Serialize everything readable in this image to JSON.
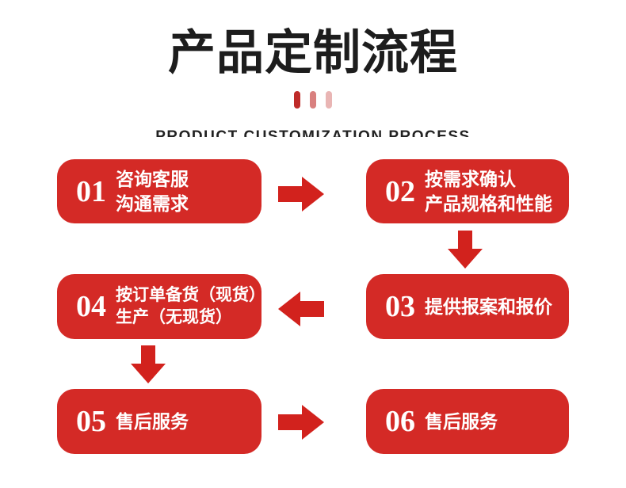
{
  "header": {
    "title": "产品定制流程",
    "subtitle": "PRODUCT CUSTOMIZATION PROCESS"
  },
  "colors": {
    "box_red": "#d42a26",
    "arrow_red": "#d2221d",
    "accent_bar": "#bf2b29",
    "title_black": "#1d1d1d"
  },
  "flow": {
    "steps": [
      {
        "number": "01",
        "line1": "咨询客服",
        "line2": "沟通需求"
      },
      {
        "number": "02",
        "line1": "按需求确认",
        "line2": "产品规格和性能"
      },
      {
        "number": "03",
        "line1": "提供报案和报价",
        "line2": ""
      },
      {
        "number": "04",
        "line1": "按订单备货（现货）",
        "line2": "生产（无现货）"
      },
      {
        "number": "05",
        "line1": "售后服务",
        "line2": ""
      },
      {
        "number": "06",
        "line1": "售后服务",
        "line2": ""
      }
    ],
    "arrows": [
      {
        "from": "01",
        "to": "02",
        "direction": "right"
      },
      {
        "from": "02",
        "to": "03",
        "direction": "down"
      },
      {
        "from": "03",
        "to": "04",
        "direction": "left"
      },
      {
        "from": "04",
        "to": "05",
        "direction": "down"
      },
      {
        "from": "05",
        "to": "06",
        "direction": "right"
      }
    ]
  }
}
